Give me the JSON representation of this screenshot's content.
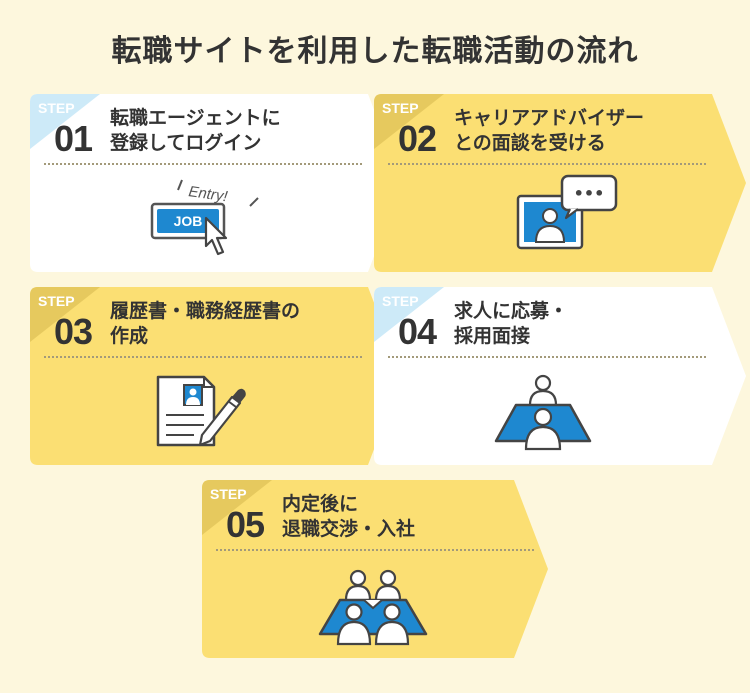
{
  "title": "転職サイトを利用した転職活動の流れ",
  "step_word": "STEP",
  "colors": {
    "background": "#fdf7dd",
    "card_white": "#ffffff",
    "card_yellow": "#fbdf73",
    "corner_blue": "#cdeaf8",
    "corner_gold": "#e6c95e",
    "accent_blue": "#1e88d0"
  },
  "steps": [
    {
      "number": "01",
      "lines": [
        "転職エージェントに",
        "登録してログイン"
      ],
      "icon": "job-entry-button-icon"
    },
    {
      "number": "02",
      "lines": [
        "キャリアアドバイザー",
        "との面談を受ける"
      ],
      "icon": "video-chat-icon"
    },
    {
      "number": "03",
      "lines": [
        "履歴書・職務経歴書の",
        "作成"
      ],
      "icon": "resume-pen-icon"
    },
    {
      "number": "04",
      "lines": [
        "求人に応募・",
        "採用面接"
      ],
      "icon": "interview-table-icon"
    },
    {
      "number": "05",
      "lines": [
        "内定後に",
        "退職交渉・入社"
      ],
      "icon": "handshake-meeting-icon"
    }
  ],
  "illustrations": {
    "entry_label": "Entry!",
    "job_button_label": "JOB",
    "chat_bubble": "•••"
  }
}
